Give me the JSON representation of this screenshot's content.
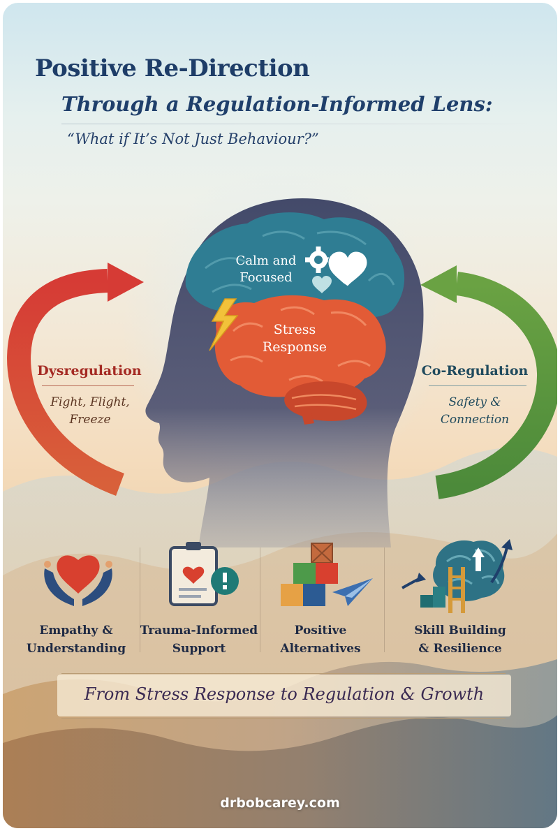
{
  "header": {
    "title": "Positive Re-Direction",
    "subtitle": "Through a Regulation-Informed Lens:",
    "quote": "“What if It’s Not Just Behaviour?”"
  },
  "brain": {
    "calm_label_line1": "Calm and",
    "calm_label_line2": "Focused",
    "stress_label_line1": "Stress",
    "stress_label_line2": "Response"
  },
  "left_cycle": {
    "heading": "Dysregulation",
    "line1": "Fight, Flight,",
    "line2": "Freeze",
    "arrow_color": "#d8473a"
  },
  "right_cycle": {
    "heading": "Co-Regulation",
    "line1": "Safety &",
    "line2": "Connection",
    "arrow_color": "#6aa243"
  },
  "pillars": [
    {
      "line1": "Empathy &",
      "line2": "Understanding",
      "icon": "heart-hands-icon"
    },
    {
      "line1": "Trauma-Informed",
      "line2": "Support",
      "icon": "clipboard-heart-icon"
    },
    {
      "line1": "Positive",
      "line2": "Alternatives",
      "icon": "blocks-paper-plane-icon"
    },
    {
      "line1": "Skill Building",
      "line2": "& Resilience",
      "icon": "brain-ladder-growth-icon"
    }
  ],
  "banner": {
    "text": "From Stress Response to Regulation & Growth"
  },
  "footer": {
    "url": "drbobcarey.com"
  },
  "colors": {
    "title": "#1e3d68",
    "calm_brain": "#2f7d93",
    "stress_brain": "#e25b36",
    "head_silhouette": "#4a4f6e"
  }
}
